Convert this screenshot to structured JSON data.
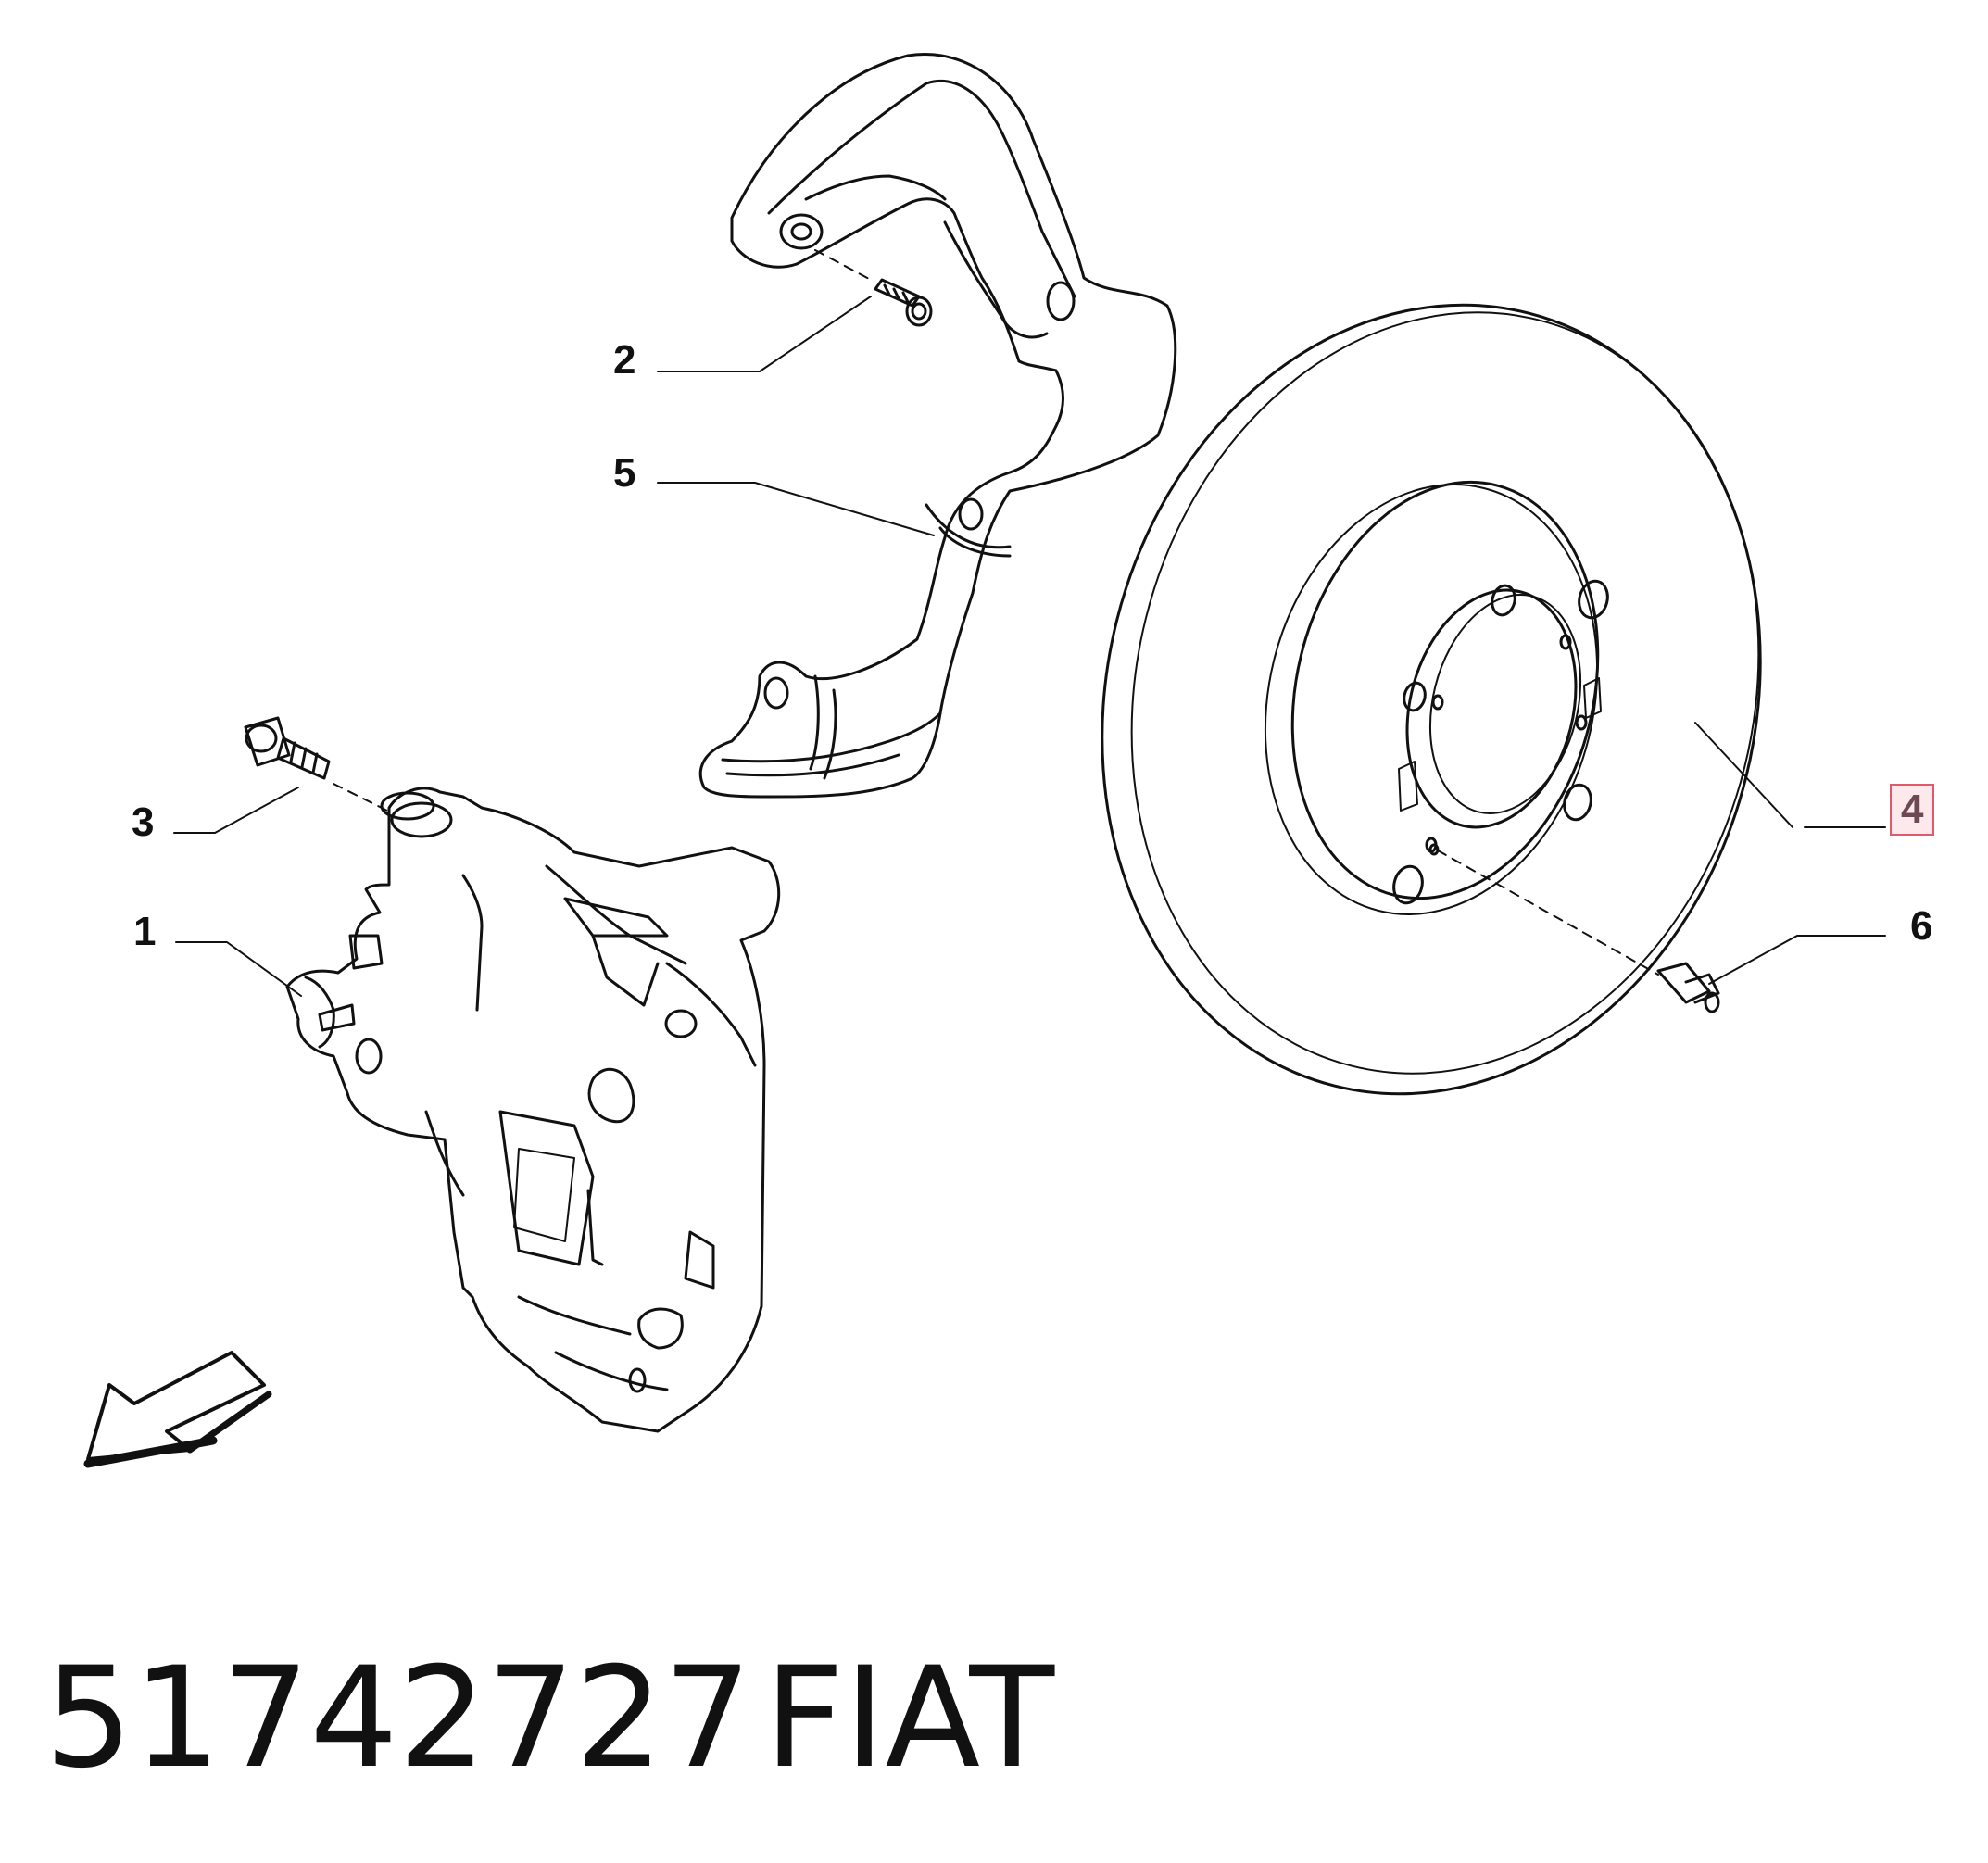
{
  "callouts": {
    "c1": "1",
    "c2": "2",
    "c3": "3",
    "c4": "4",
    "c5": "5",
    "c6": "6"
  },
  "caption": {
    "part_number": "51742727",
    "brand": "FIAT"
  },
  "colors": {
    "line": "#111111",
    "highlight_border": "#e05a6a",
    "highlight_fill": "#fde9ec"
  },
  "orientation_arrow": "arrow-pointing-down-left"
}
